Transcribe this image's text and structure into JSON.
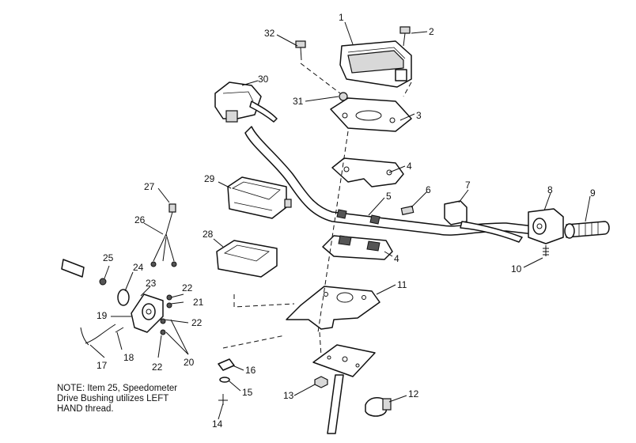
{
  "callouts": [
    "1",
    "2",
    "3",
    "4",
    "5",
    "6",
    "7",
    "8",
    "9",
    "10",
    "11",
    "12",
    "13",
    "14",
    "15",
    "16",
    "17",
    "18",
    "19",
    "20",
    "21",
    "22",
    "23",
    "24",
    "25",
    "26",
    "27",
    "28",
    "29",
    "30",
    "31",
    "32"
  ],
  "note": [
    "NOTE: Item 25, Speedometer",
    "Drive Bushing utilizes LEFT",
    "HAND thread."
  ]
}
